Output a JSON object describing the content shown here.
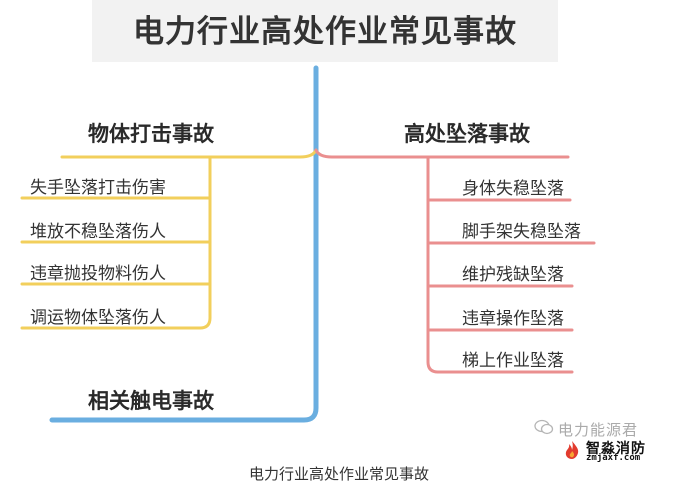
{
  "diagram": {
    "title": "电力行业高处作业常见事故",
    "left_branches": [
      {
        "title": "物体打击事故",
        "items": [
          "失手坠落打击伤害",
          "堆放不稳坠落伤人",
          "违章抛投物料伤人",
          "调运物体坠落伤人"
        ]
      },
      {
        "title": "相关触电事故",
        "items": []
      }
    ],
    "right_branch": {
      "title": "高处坠落事故",
      "items": [
        "身体失稳坠落",
        "脚手架失稳坠落",
        "维护残缺坠落",
        "违章操作坠落",
        "梯上作业坠落"
      ]
    },
    "colors": {
      "trunk": "#6aaee0",
      "left": "#f2cf5c",
      "right": "#ea8f8f",
      "title_background": "#f2f2f2"
    }
  },
  "caption": "电力行业高处作业常见事故",
  "watermark": {
    "account": "电力能源君",
    "logo_name": "智淼消防",
    "logo_url": "zmjaxf.com"
  }
}
